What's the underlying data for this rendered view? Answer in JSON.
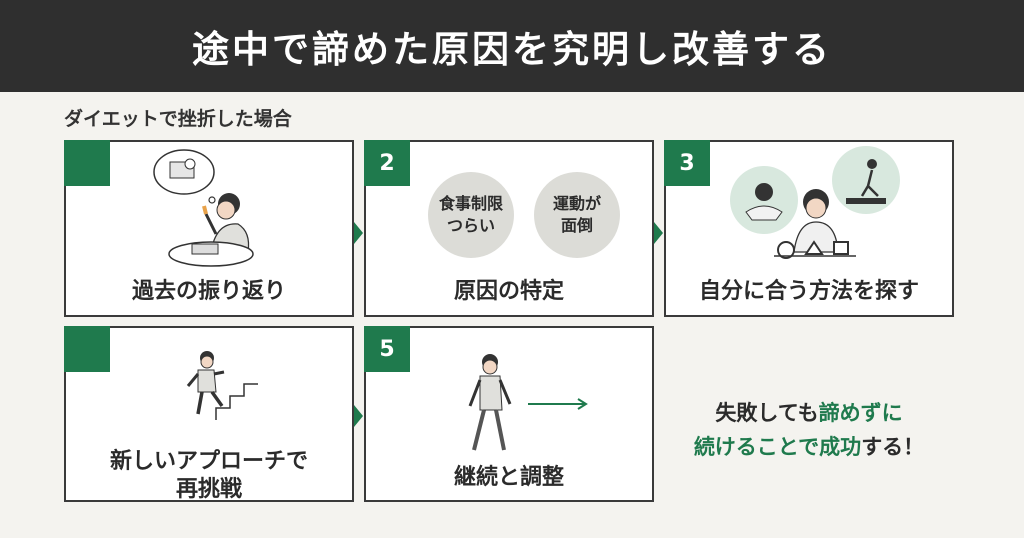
{
  "header": {
    "title": "途中で諦めた原因を究明し改善する"
  },
  "subtitle": "ダイエットで挫折した場合",
  "cards": [
    {
      "number": "",
      "label": "過去の振り返り"
    },
    {
      "number": "2",
      "label": "原因の特定",
      "bubbles": [
        {
          "line1": "食事制限",
          "line2": "つらい"
        },
        {
          "line1": "運動が",
          "line2": "面倒"
        }
      ]
    },
    {
      "number": "3",
      "label": "自分に合う方法を探す"
    },
    {
      "number": "",
      "label_line1": "新しいアプローチで",
      "label_line2": "再挑戦"
    },
    {
      "number": "5",
      "label": "継続と調整"
    }
  ],
  "message": {
    "line1_plain": "失敗しても",
    "line1_accent": "諦めずに",
    "line2_accent": "続けることで成功",
    "line2_plain": "する！"
  },
  "colors": {
    "accent": "#1f7a4d",
    "header_bg": "#2f2f2f",
    "background": "#f4f3ef"
  }
}
